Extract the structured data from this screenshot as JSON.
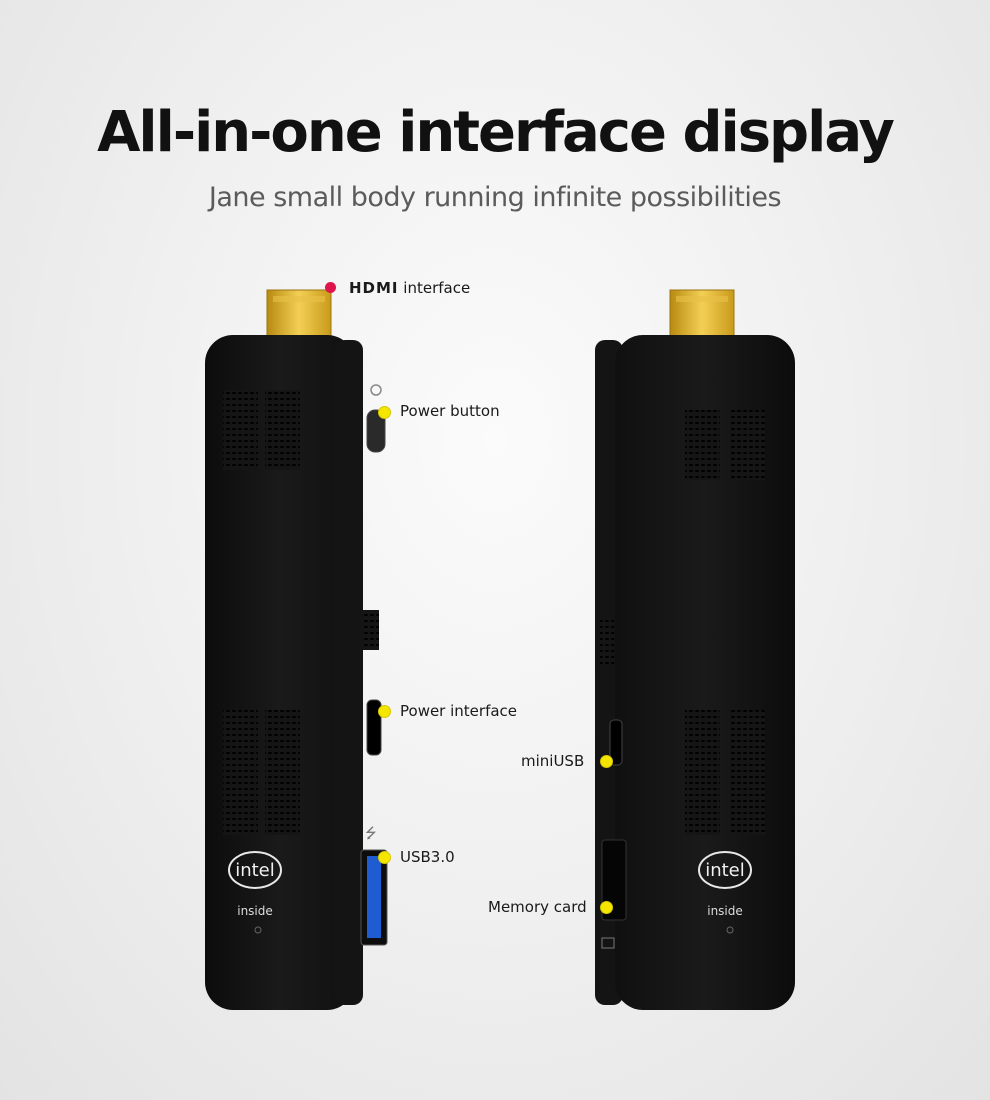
{
  "header": {
    "title": "All-in-one interface display",
    "subtitle": "Jane small body running infinite possibilities"
  },
  "callouts": {
    "hdmi_brand": "HDMI",
    "hdmi_suffix": "interface",
    "power_button": "Power button",
    "power_interface": "Power interface",
    "usb30": "USB3.0",
    "miniusb": "miniUSB",
    "memory_card": "Memory card"
  },
  "logo": {
    "brand": "intel",
    "tagline": "inside"
  },
  "colors": {
    "callout_dot": "#f5e600",
    "hdmi_dot": "#e0144c",
    "device_body": "#111111",
    "connector_gold": "#d4a520",
    "usb_blue": "#1f5bd1"
  }
}
